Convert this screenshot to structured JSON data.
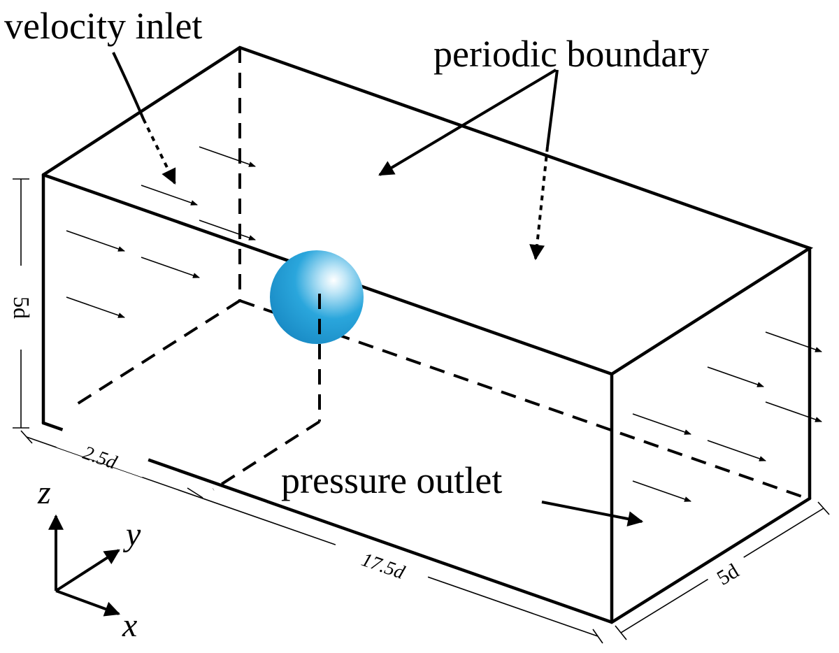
{
  "labels": {
    "velocity_inlet": "velocity inlet",
    "periodic_boundary": "periodic boundary",
    "pressure_outlet": "pressure outlet"
  },
  "dimensions": {
    "height": "5d",
    "upstream": "2.5d",
    "downstream": "17.5d",
    "width": "5d"
  },
  "axes": {
    "x": "x",
    "y": "y",
    "z": "z"
  },
  "colors": {
    "sphere": "#2aa6dc",
    "lines": "#000000"
  }
}
